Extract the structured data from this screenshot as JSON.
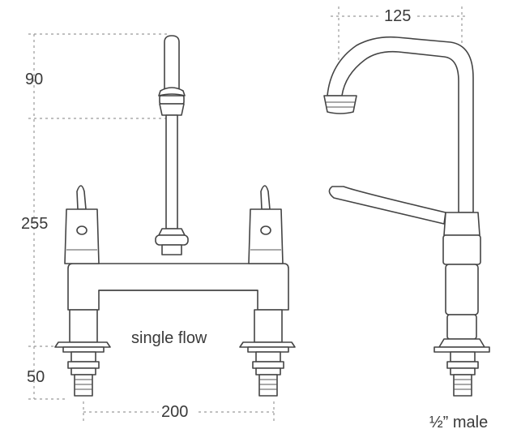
{
  "dimensions": {
    "spout_height": "90",
    "body_height": "255",
    "thread_length": "50",
    "tap_centres": "200",
    "spout_reach": "125"
  },
  "annotations": {
    "flow_type": "single flow",
    "connection": "½” male"
  },
  "icons": {
    "front_view": "bridge-mixer-tap-front",
    "side_view": "bridge-mixer-tap-side"
  },
  "colors": {
    "line": "#444444",
    "dimension_line": "#9a9a9a",
    "text": "#3a3a3a"
  }
}
